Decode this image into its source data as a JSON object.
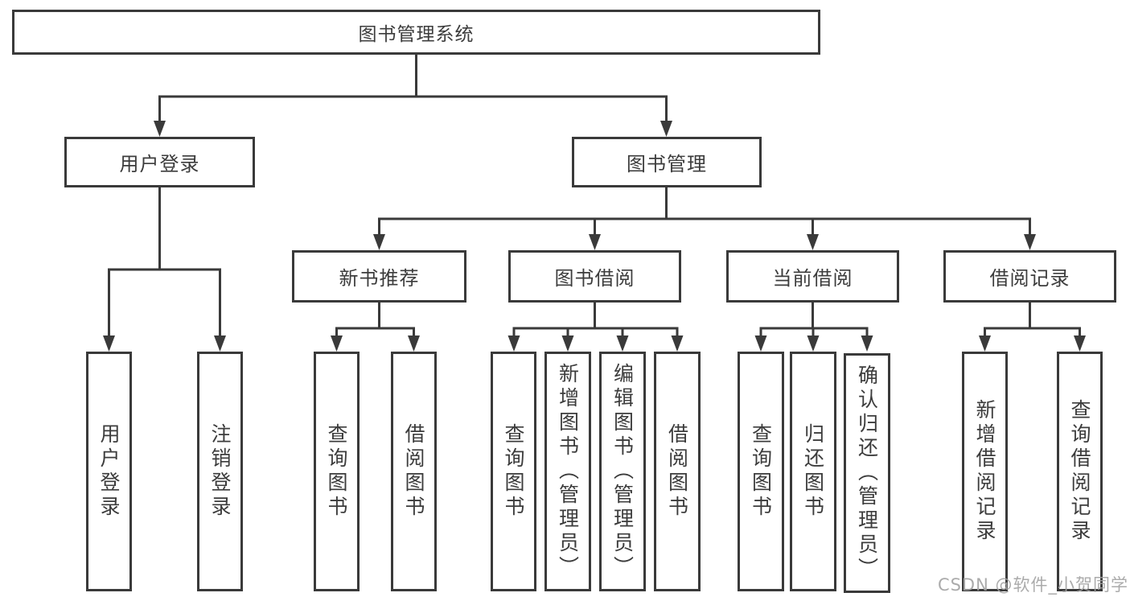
{
  "diagram": {
    "root": {
      "label": "图书管理系统"
    },
    "branches": [
      {
        "label": "用户登录",
        "children": [
          {
            "label": "用户登录"
          },
          {
            "label": "注销登录"
          }
        ]
      },
      {
        "label": "图书管理",
        "children": [
          {
            "label": "新书推荐",
            "children": [
              {
                "label": "查询图书"
              },
              {
                "label": "借阅图书"
              }
            ]
          },
          {
            "label": "图书借阅",
            "children": [
              {
                "label": "查询图书"
              },
              {
                "label": "新增图书（管理员）"
              },
              {
                "label": "编辑图书（管理员）"
              },
              {
                "label": "借阅图书"
              }
            ]
          },
          {
            "label": "当前借阅",
            "children": [
              {
                "label": "查询图书"
              },
              {
                "label": "归还图书"
              },
              {
                "label": "确认归还（管理员）"
              }
            ]
          },
          {
            "label": "借阅记录",
            "children": [
              {
                "label": "新增借阅记录"
              },
              {
                "label": "查询借阅记录"
              }
            ]
          }
        ]
      }
    ]
  },
  "watermark": {
    "text": "CSDN @软件_小贺同学"
  },
  "colors": {
    "line": "#3a3a3a",
    "text": "#3c3c3c",
    "background": "#ffffff",
    "watermark": "#a3a3a3"
  }
}
